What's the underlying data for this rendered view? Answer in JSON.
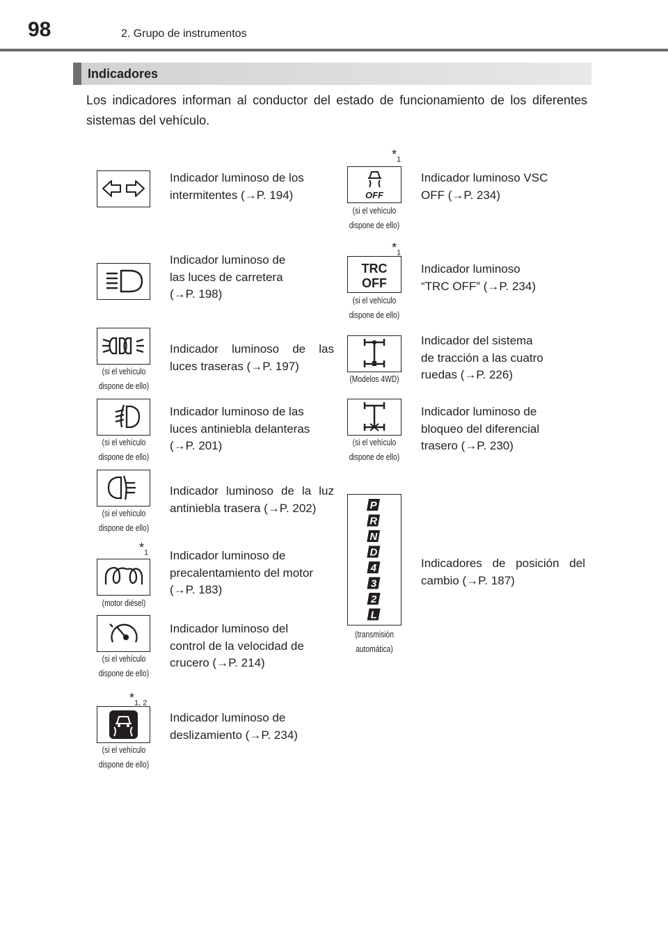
{
  "header": {
    "page_number": "98",
    "running_title": "2. Grupo de instrumentos"
  },
  "section": {
    "title": "Indicadores",
    "intro": "Los indicadores informan al conductor del estado de funcionamiento de los diferentes sistemas del vehículo."
  },
  "left": [
    {
      "icon": "turn-signal-arrows-icon",
      "note": "",
      "caption": [],
      "lines": [
        "Indicador luminoso de los",
        "intermitentes (→P. 194)"
      ]
    },
    {
      "icon": "high-beam-icon",
      "note": "",
      "caption": [],
      "lines": [
        "Indicador luminoso de",
        "las luces de carretera",
        "(→P. 198)"
      ]
    },
    {
      "icon": "tail-lights-icon",
      "note": "",
      "caption": [
        "(si el vehículo",
        "dispone de ello)"
      ],
      "lines": [
        "Indicador luminoso de las",
        "luces traseras (→P. 197)"
      ]
    },
    {
      "icon": "front-fog-light-icon",
      "note": "",
      "caption": [
        "(si el vehículo",
        "dispone de ello)"
      ],
      "lines": [
        "Indicador luminoso de las",
        "luces antiniebla delanteras",
        "(→P. 201)"
      ]
    },
    {
      "icon": "rear-fog-light-icon",
      "note": "",
      "caption": [
        "(si el vehículo",
        "dispone de ello)"
      ],
      "lines": [
        "Indicador luminoso de la luz",
        "antiniebla trasera (→P. 202)"
      ]
    },
    {
      "icon": "glow-plug-icon",
      "note": "1",
      "caption": [
        "(motor diésel)"
      ],
      "lines": [
        "Indicador luminoso de",
        "precalentamiento del motor",
        "(→P. 183)"
      ]
    },
    {
      "icon": "cruise-control-icon",
      "note": "",
      "caption": [
        "(si el vehículo",
        "dispone de ello)"
      ],
      "lines": [
        "Indicador luminoso del",
        "control de la velocidad de",
        "crucero (→P. 214)"
      ]
    },
    {
      "icon": "slip-indicator-icon",
      "note": "1, 2",
      "caption": [
        "(si el vehículo",
        "dispone de ello)"
      ],
      "lines": [
        "Indicador luminoso de",
        "deslizamiento (→P. 234)"
      ]
    }
  ],
  "right": [
    {
      "icon": "vsc-off-icon",
      "icon_text": "OFF",
      "note": "1",
      "caption": [
        "(si el vehículo",
        "dispone de ello)"
      ],
      "lines": [
        "Indicador luminoso VSC",
        "OFF (→P. 234)"
      ]
    },
    {
      "icon": "trc-off-icon",
      "icon_text": [
        "TRC",
        "OFF"
      ],
      "note": "1",
      "caption": [
        "(si el vehículo",
        "dispone de ello)"
      ],
      "lines": [
        "Indicador luminoso",
        "“TRC OFF” (→P. 234)"
      ]
    },
    {
      "icon": "four-wheel-drive-icon",
      "note": "",
      "caption": [
        "(Modelos 4WD)"
      ],
      "lines": [
        "Indicador del sistema",
        "de tracción a las cuatro",
        "ruedas (→P. 226)"
      ]
    },
    {
      "icon": "rear-diff-lock-icon",
      "note": "",
      "caption": [
        "(si el vehículo",
        "dispone de ello)"
      ],
      "lines": [
        "Indicador luminoso de",
        "bloqueo del diferencial",
        "trasero (→P. 230)"
      ]
    },
    {
      "icon": "shift-position-icon",
      "gears": [
        "P",
        "R",
        "N",
        "D",
        "4",
        "3",
        "2",
        "L"
      ],
      "note": "",
      "caption": [
        "(transmisión",
        "automática)"
      ],
      "lines": [
        "Indicadores de posición del",
        "cambio (→P. 187)"
      ]
    }
  ],
  "note_symbol": "*"
}
